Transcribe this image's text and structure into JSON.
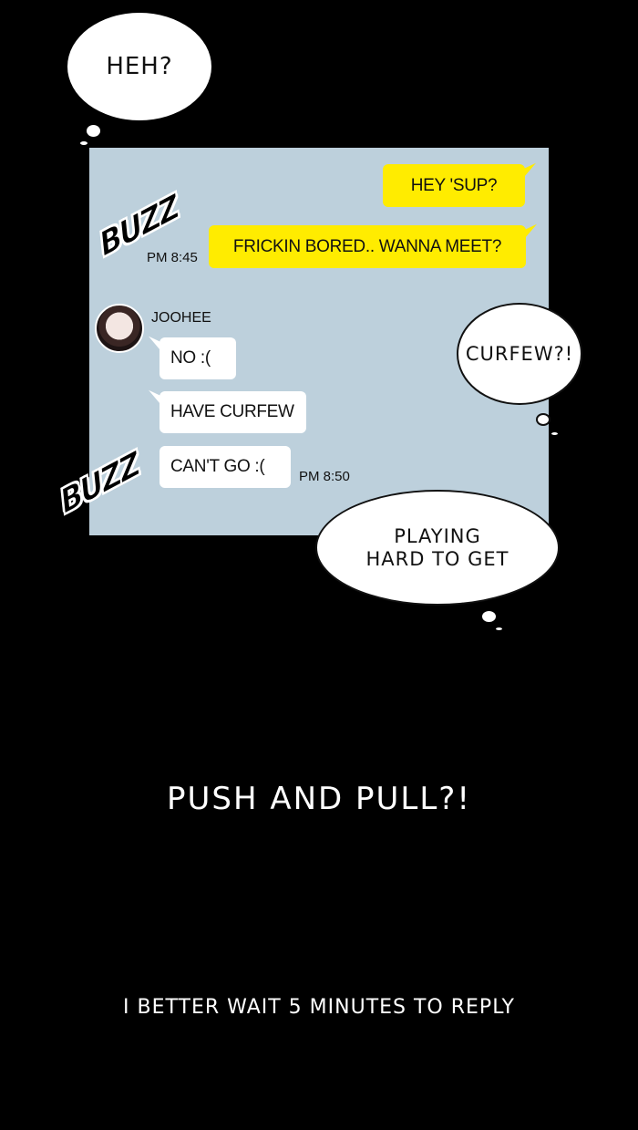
{
  "thoughts": {
    "heh": "HEH?",
    "curfew": "CURFEW?!",
    "playing_hard": "PLAYING HARD TO GET"
  },
  "chat": {
    "background_color": "#bdd0dc",
    "outgoing_color": "#ffec00",
    "incoming_color": "#ffffff",
    "outgoing": [
      {
        "text": "HEY 'SUP?"
      },
      {
        "text": "FRICKIN BORED.. WANNA MEET?",
        "time": "PM 8:45"
      }
    ],
    "contact": {
      "name": "JOOHEE"
    },
    "incoming": [
      {
        "text": "NO :("
      },
      {
        "text": "HAVE CURFEW"
      },
      {
        "text": "CAN'T GO :(",
        "time": "PM 8:50"
      }
    ],
    "sfx": [
      "BUZZ",
      "BUZZ"
    ]
  },
  "narration": {
    "line1": "PUSH AND PULL?!",
    "line2": "I BETTER WAIT 5 MINUTES TO REPLY"
  }
}
